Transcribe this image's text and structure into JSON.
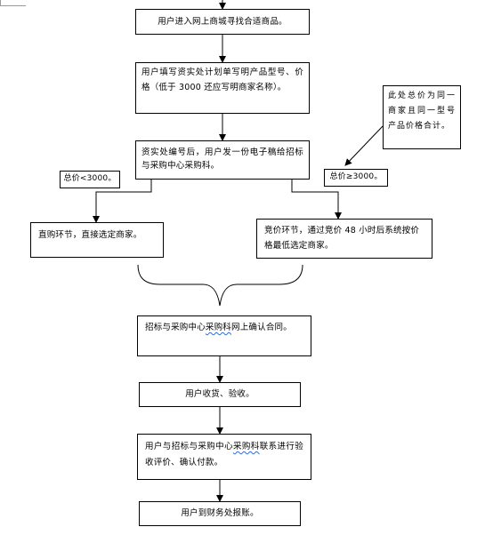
{
  "flowchart": {
    "step1": "用户进入网上商城寻找合适商品。",
    "step2": "用户填写资实处计划单写明产品型号、价格（低于 3000 还应写明商家名称）。",
    "step3": "资实处编号后，用户发一份电子稿给招标与采购中心采购科。",
    "branch_low_label": "总价<3000。",
    "branch_high_label": "总价≥3000。",
    "direct_purchase": "直购环节，直接选定商家。",
    "bidding_pre": "竞价环节，通过竞价 48 小时后系统按价格最低选定商家。",
    "note": "此处总价为同一商家且同一型号产品价格合计。",
    "step_confirm_a": "招标与采购中心",
    "step_confirm_b": "采购科",
    "step_confirm_c": "网上确认合同。",
    "step_receive": "用户收货、验收。",
    "step_contact_a": "用户与招标与采购中心",
    "step_contact_b": "采购科",
    "step_contact_c": "联系进行验收评价、确认付款。",
    "step_finance": "用户到财务处报账。"
  }
}
